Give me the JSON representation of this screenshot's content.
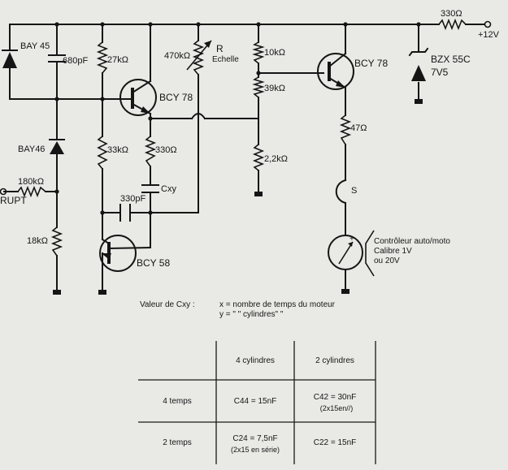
{
  "components": {
    "d1": "BAY 45",
    "c1": "680pF",
    "r1": "27kΩ",
    "pot_value": "470kΩ",
    "pot_letter": "R",
    "pot_name": "Echelle",
    "r2": "10kΩ",
    "r3": "39kΩ",
    "r4": "2,2kΩ",
    "q1": "BCY 78",
    "q2": "BCY 78",
    "q3": "BCY 58",
    "d2": "BAY46",
    "r5": "33kΩ",
    "r6": "330Ω",
    "cxy": "Cxy",
    "c2": "330pF",
    "r7": "180kΩ",
    "r8": "18kΩ",
    "input": "RUPT",
    "r9": "47Ω",
    "switch": "S",
    "r10": "330Ω",
    "supply": "+12V",
    "zener1": "BZX 55C",
    "zener2": "7V5",
    "meter1": "Contrôleur auto/moto",
    "meter2": "Calibre 1V",
    "meter3": "ou 20V"
  },
  "legend": {
    "title": "Valeur de Cxy :",
    "x_line": "x = nombre de temps du moteur",
    "y_line": "y =   \"     \" cylindres\"   \""
  },
  "table": {
    "col1": "4 cylindres",
    "col2": "2 cylindres",
    "row1": "4 temps",
    "row2": "2 temps",
    "c11": "C44 = 15nF",
    "c12a": "C42 = 30nF",
    "c12b": "(2x15en//)",
    "c21a": "C24 = 7,5nF",
    "c21b": "(2x15 en série)",
    "c22": "C22 = 15nF"
  }
}
